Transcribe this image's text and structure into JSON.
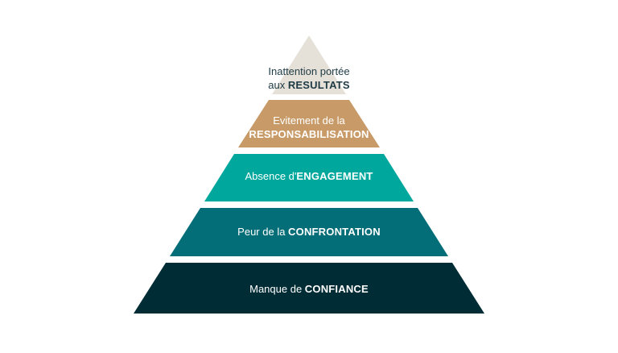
{
  "pyramid": {
    "levels": [
      {
        "line1_light": "Inattention portée",
        "line2_light": "aux ",
        "line2_bold": "RESULTATS",
        "color": "#e6e1d8",
        "text_color": "#1e3a45"
      },
      {
        "line1_light": "Evitement de la",
        "line2_bold": "RESPONSABILISATION",
        "color": "#c89a67",
        "text_color": "#ffffff"
      },
      {
        "light": "Absence d'",
        "bold": "ENGAGEMENT",
        "color": "#00a79d",
        "text_color": "#ffffff"
      },
      {
        "light": "Peur de la ",
        "bold": "CONFRONTATION",
        "color": "#036d78",
        "text_color": "#ffffff"
      },
      {
        "light": "Manque de ",
        "bold": "CONFIANCE",
        "color": "#002c36",
        "text_color": "#ffffff"
      }
    ]
  }
}
